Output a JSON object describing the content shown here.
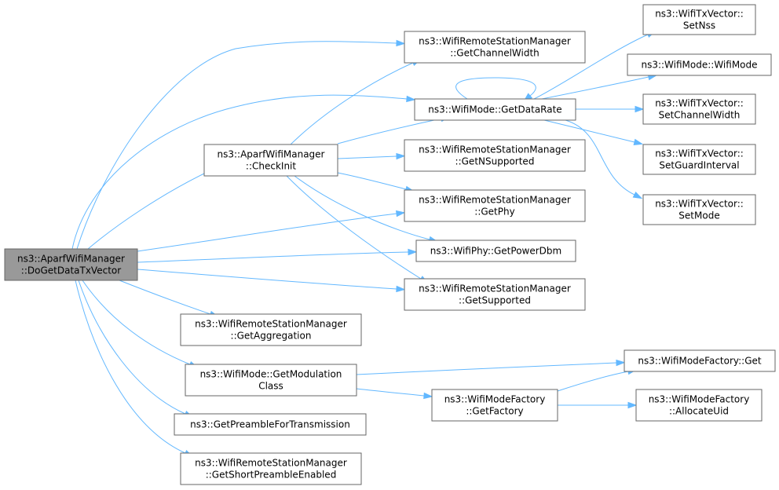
{
  "edge_color": "#63b8ff",
  "root_fill": "#999999",
  "node_fill": "#ffffff",
  "node_border": "#666666",
  "nodes": {
    "do_get_data_tx_vector": {
      "lines": [
        "ns3::AparfWifiManager",
        "::DoGetDataTxVector"
      ]
    },
    "check_init": {
      "lines": [
        "ns3::AparfWifiManager",
        "::CheckInit"
      ]
    },
    "get_channel_width": {
      "lines": [
        "ns3::WifiRemoteStationManager",
        "::GetChannelWidth"
      ]
    },
    "get_data_rate": {
      "lines": [
        "ns3::WifiMode::GetDataRate"
      ]
    },
    "get_n_supported": {
      "lines": [
        "ns3::WifiRemoteStationManager",
        "::GetNSupported"
      ]
    },
    "get_phy": {
      "lines": [
        "ns3::WifiRemoteStationManager",
        "::GetPhy"
      ]
    },
    "get_power_dbm": {
      "lines": [
        "ns3::WifiPhy::GetPowerDbm"
      ]
    },
    "get_supported": {
      "lines": [
        "ns3::WifiRemoteStationManager",
        "::GetSupported"
      ]
    },
    "get_aggregation": {
      "lines": [
        "ns3::WifiRemoteStationManager",
        "::GetAggregation"
      ]
    },
    "get_modulation_class": {
      "lines": [
        "ns3::WifiMode::GetModulation",
        "Class"
      ]
    },
    "get_preamble_for_transmission": {
      "lines": [
        "ns3::GetPreambleForTransmission"
      ]
    },
    "get_short_preamble_enabled": {
      "lines": [
        "ns3::WifiRemoteStationManager",
        "::GetShortPreambleEnabled"
      ]
    },
    "set_nss": {
      "lines": [
        "ns3::WifiTxVector::",
        "SetNss"
      ]
    },
    "wifi_mode_ctor": {
      "lines": [
        "ns3::WifiMode::WifiMode"
      ]
    },
    "set_channel_width": {
      "lines": [
        "ns3::WifiTxVector::",
        "SetChannelWidth"
      ]
    },
    "set_guard_interval": {
      "lines": [
        "ns3::WifiTxVector::",
        "SetGuardInterval"
      ]
    },
    "set_mode": {
      "lines": [
        "ns3::WifiTxVector::",
        "SetMode"
      ]
    },
    "wifi_mode_factory_get": {
      "lines": [
        "ns3::WifiModeFactory::Get"
      ]
    },
    "wifi_mode_factory_get_factory": {
      "lines": [
        "ns3::WifiModeFactory",
        "::GetFactory"
      ]
    },
    "wifi_mode_factory_allocate_uid": {
      "lines": [
        "ns3::WifiModeFactory",
        "::AllocateUid"
      ]
    }
  },
  "edges": [
    [
      "do_get_data_tx_vector",
      "get_channel_width"
    ],
    [
      "do_get_data_tx_vector",
      "get_data_rate"
    ],
    [
      "do_get_data_tx_vector",
      "check_init"
    ],
    [
      "do_get_data_tx_vector",
      "get_phy"
    ],
    [
      "do_get_data_tx_vector",
      "get_power_dbm"
    ],
    [
      "do_get_data_tx_vector",
      "get_supported"
    ],
    [
      "do_get_data_tx_vector",
      "get_aggregation"
    ],
    [
      "do_get_data_tx_vector",
      "get_modulation_class"
    ],
    [
      "do_get_data_tx_vector",
      "get_preamble_for_transmission"
    ],
    [
      "do_get_data_tx_vector",
      "get_short_preamble_enabled"
    ],
    [
      "check_init",
      "get_channel_width"
    ],
    [
      "check_init",
      "get_data_rate"
    ],
    [
      "check_init",
      "get_n_supported"
    ],
    [
      "check_init",
      "get_phy"
    ],
    [
      "check_init",
      "get_power_dbm"
    ],
    [
      "check_init",
      "get_supported"
    ],
    [
      "get_data_rate",
      "get_data_rate"
    ],
    [
      "get_data_rate",
      "set_nss"
    ],
    [
      "get_data_rate",
      "wifi_mode_ctor"
    ],
    [
      "get_data_rate",
      "set_channel_width"
    ],
    [
      "get_data_rate",
      "set_guard_interval"
    ],
    [
      "get_data_rate",
      "set_mode"
    ],
    [
      "get_modulation_class",
      "wifi_mode_factory_get"
    ],
    [
      "get_modulation_class",
      "wifi_mode_factory_get_factory"
    ],
    [
      "wifi_mode_factory_get_factory",
      "wifi_mode_factory_get"
    ],
    [
      "wifi_mode_factory_get_factory",
      "wifi_mode_factory_allocate_uid"
    ]
  ]
}
